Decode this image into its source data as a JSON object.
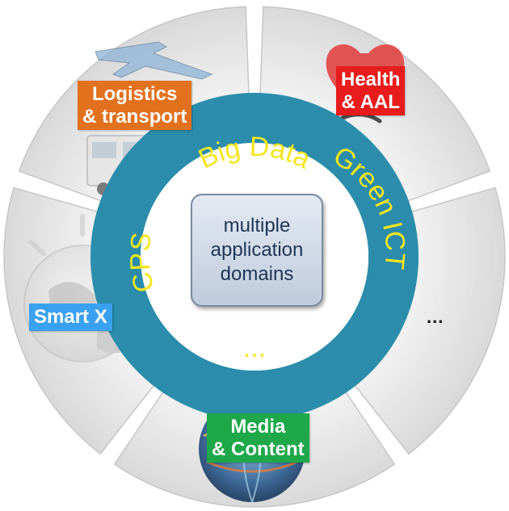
{
  "segments": {
    "logistics": {
      "line1": "Logistics",
      "line2": "& transport",
      "color": "#e2711d"
    },
    "health": {
      "line1": "Health",
      "line2": "& AAL",
      "color": "#e81c1c"
    },
    "smart": {
      "line1": "Smart X",
      "color": "#3aa0f0"
    },
    "media": {
      "line1": "Media",
      "line2": "& Content",
      "color": "#1ea84a"
    },
    "more": {
      "label": "..."
    }
  },
  "ring": {
    "color": "#2b8dab",
    "text_color": "#f5e61e",
    "cps": "CPS",
    "big_data": "Big Data",
    "green_ict": "Green ICT",
    "more": "..."
  },
  "center": {
    "line1": "multiple",
    "line2": "application",
    "line3": "domains"
  },
  "icons": [
    "airplane-truck-icon",
    "heart-stethoscope-icon",
    "lightbulb-globe-icon",
    "media-globe-icon"
  ]
}
